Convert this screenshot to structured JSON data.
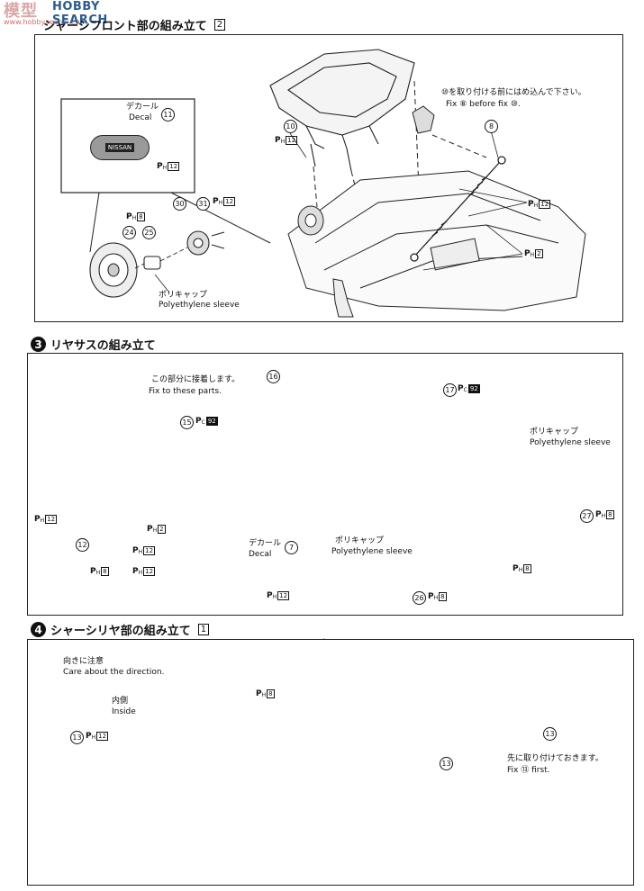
{
  "watermark": {
    "logo": "模型",
    "logo_sub": "www.hobbysearch.com",
    "title": "HOBBY SEARCH"
  },
  "step2": {
    "title": "シャーシフロント部の組み立て",
    "box": "2",
    "decal_jp": "デカール",
    "decal_en": "Decal",
    "decal_part": "11",
    "decal_badge": "NISSAN",
    "note_jp": "⑩を取り付ける前にはめ込んで下さい。",
    "note_en": "Fix ⑧ before fix ⑩.",
    "sleeve_jp": "ポリキャップ",
    "sleeve_en": "Polyethylene sleeve",
    "parts": {
      "p10": "10",
      "p8": "8",
      "p30": "30",
      "p31": "31",
      "p24": "24",
      "p25": "25"
    },
    "ph": {
      "a": "12",
      "b": "12",
      "c": "8",
      "d": "12",
      "e": "12",
      "f": "2"
    }
  },
  "step3": {
    "num": "3",
    "title": "リヤサスの組み立て",
    "fix_jp": "この部分に接着します。",
    "fix_en": "Fix to these parts.",
    "sleeve1_jp": "ポリキャップ",
    "sleeve1_en": "Polyethylene sleeve",
    "sleeve2_jp": "ポリキャップ",
    "sleeve2_en": "Polyethylene sleeve",
    "decal_jp": "デカール",
    "decal_en": "Decal",
    "decal_part": "7",
    "parts": {
      "p16": "16",
      "p17": "17",
      "p15": "15",
      "p12": "12",
      "p27": "27",
      "p26": "26"
    },
    "ph": {
      "pc92a": "92",
      "pc92b": "92",
      "a": "12",
      "b": "2",
      "c": "8",
      "d": "12",
      "e": "8",
      "f": "8",
      "g": "12",
      "h": "8"
    }
  },
  "step4": {
    "num": "4",
    "title": "シャーシリヤ部の組み立て",
    "box": "1",
    "care_jp": "向きに注意",
    "care_en": "Care about the direction.",
    "inside_jp": "内側",
    "inside_en": "Inside",
    "first_jp": "先に取り付けておきます。",
    "first_en": "Fix ⑬ first.",
    "parts": {
      "p13a": "13",
      "p13b": "13",
      "p13c": "13"
    },
    "ph": {
      "a": "8",
      "b": "12"
    }
  }
}
